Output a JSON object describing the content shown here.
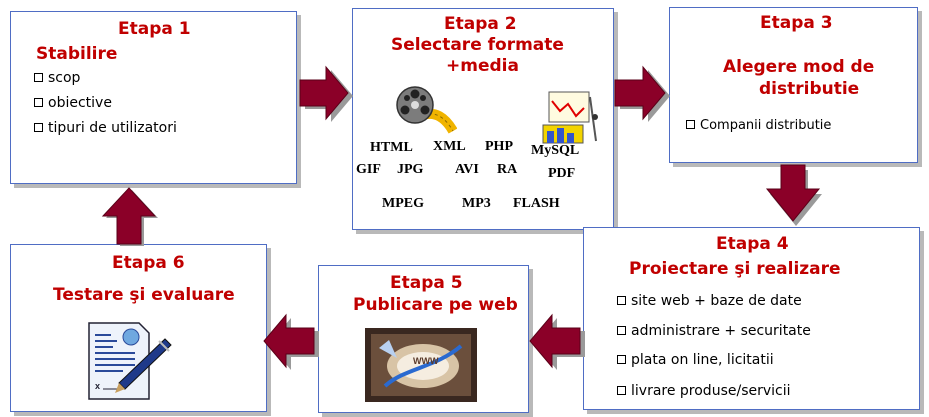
{
  "stage1": {
    "title": "Etapa 1",
    "subtitle": "Stabilire",
    "items": [
      "scop",
      "obiective",
      "tipuri de utilizatori"
    ]
  },
  "stage2": {
    "title": "Etapa 2",
    "subtitle": "Selectare formate",
    "subtitle2": "+media",
    "formats": [
      "HTML",
      "XML",
      "PHP",
      "MySQL",
      "GIF",
      "JPG",
      "AVI",
      "RA",
      "PDF",
      "MPEG",
      "MP3",
      "FLASH"
    ]
  },
  "stage3": {
    "title": "Etapa 3",
    "subtitle": "Alegere mod de",
    "subtitle2": "distributie",
    "items": [
      "Companii distributie"
    ]
  },
  "stage4": {
    "title": "Etapa 4",
    "subtitle": "Proiectare şi realizare",
    "items": [
      "site web + baze de date",
      "administrare + securitate",
      "plata on line, licitatii",
      "livrare produse/servicii"
    ]
  },
  "stage5": {
    "title": "Etapa 5",
    "subtitle": "Publicare pe web",
    "image_text": "WWW"
  },
  "stage6": {
    "title": "Etapa 6",
    "subtitle": "Testare şi evaluare",
    "mark": "x"
  },
  "colors": {
    "title": "#c00000",
    "border": "#4f6dc4",
    "arrow_fill": "#8b0028"
  }
}
